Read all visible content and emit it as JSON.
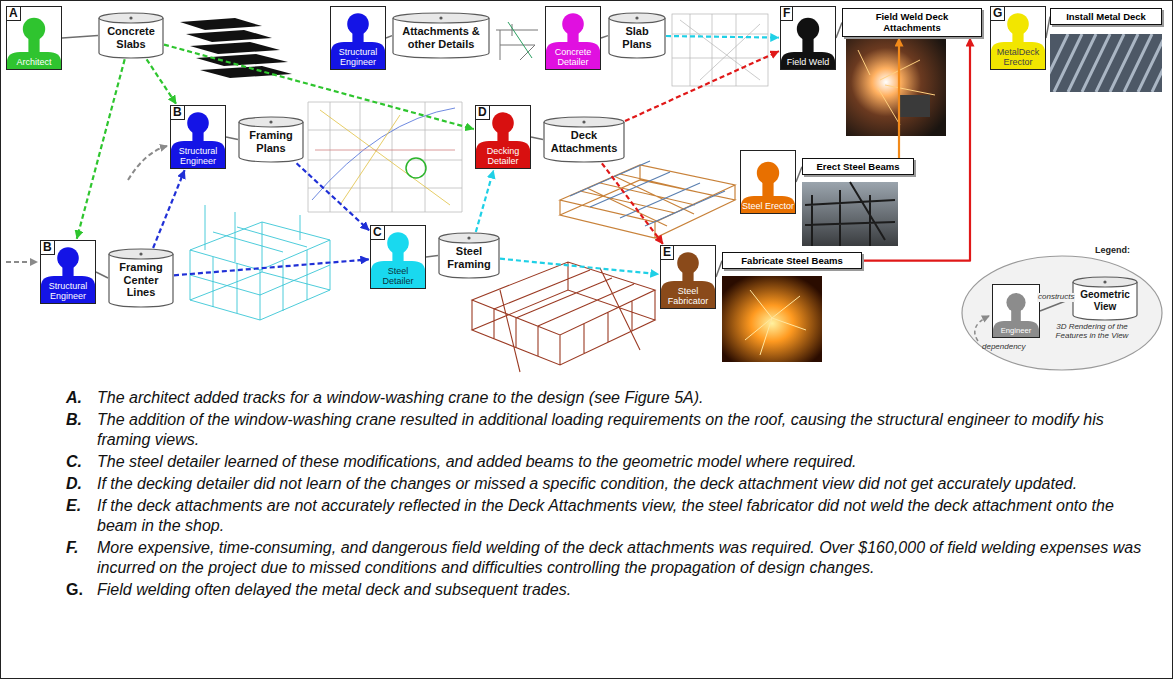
{
  "diagram": {
    "nodes": [
      {
        "text": [
          "A",
          "Architect"
        ]
      },
      {
        "text": [
          "Concrete Slabs"
        ]
      },
      {
        "text": [
          "Structural Engineer"
        ]
      },
      {
        "text": [
          "Attachments & other Details"
        ]
      },
      {
        "text": [
          "Concrete Detailer"
        ]
      },
      {
        "text": [
          "Slab Plans"
        ]
      },
      {
        "text": [
          "F",
          "Field Weld"
        ]
      },
      {
        "text": [
          "Field Weld Deck Attachments"
        ]
      },
      {
        "text": [
          "G",
          "MetalDeck Erector"
        ]
      },
      {
        "text": [
          "Install Metal Deck"
        ]
      },
      {
        "text": [
          "B",
          "Structural Engineer"
        ]
      },
      {
        "text": [
          "Framing Plans"
        ]
      },
      {
        "text": [
          "D",
          "Decking Detailer"
        ]
      },
      {
        "text": [
          "Deck Attachments"
        ]
      },
      {
        "text": [
          "Steel Erector"
        ]
      },
      {
        "text": [
          "Erect Steel Beams"
        ]
      },
      {
        "text": [
          "B",
          "Structural Engineer"
        ]
      },
      {
        "text": [
          "Framing Center Lines"
        ]
      },
      {
        "text": [
          "C",
          "Steel Detailer"
        ]
      },
      {
        "text": [
          "Steel Framing"
        ]
      },
      {
        "text": [
          "E",
          "Steel Fabricator"
        ]
      },
      {
        "text": [
          "Fabricate Steel Beams"
        ]
      },
      {
        "text": [
          "Engineer"
        ]
      },
      {
        "text": [
          "Geometric View"
        ]
      }
    ],
    "edges": [
      {
        "from": 0,
        "to": 1,
        "arrow": "none"
      },
      {
        "from": 2,
        "to": 3,
        "arrow": "none"
      },
      {
        "from": 4,
        "to": 5,
        "arrow": "none"
      },
      {
        "from": 6,
        "to": 7,
        "arrow": "none"
      },
      {
        "from": 8,
        "to": 9,
        "arrow": "none"
      },
      {
        "from": 10,
        "to": 11,
        "arrow": "none"
      },
      {
        "from": 12,
        "to": 13,
        "arrow": "none"
      },
      {
        "from": 14,
        "to": 15,
        "arrow": "none"
      },
      {
        "from": 16,
        "to": 17,
        "arrow": "none"
      },
      {
        "from": 18,
        "to": 19,
        "arrow": "none"
      },
      {
        "from": 20,
        "to": 21,
        "arrow": "none"
      },
      {
        "from": 22,
        "to": 23,
        "arrow": "none",
        "label": "constructs"
      },
      {
        "from": 1,
        "to": 10,
        "arrow": "to"
      },
      {
        "from": 1,
        "to": 16,
        "arrow": "to"
      },
      {
        "from": 1,
        "to": 12,
        "arrow": "to"
      },
      {
        "from": 11,
        "to": 18,
        "arrow": "to"
      },
      {
        "from": 17,
        "to": 18,
        "arrow": "to"
      },
      {
        "from": 17,
        "to": 10,
        "arrow": "to"
      },
      {
        "from": 19,
        "to": 12,
        "arrow": "to"
      },
      {
        "from": 5,
        "to": 6,
        "arrow": "to"
      },
      {
        "from": 19,
        "to": 20,
        "arrow": "to"
      },
      {
        "from": 13,
        "to": 6,
        "arrow": "to"
      },
      {
        "from": 13,
        "to": 20,
        "arrow": "to"
      },
      {
        "from": 21,
        "to": 7,
        "arrow": "to"
      },
      {
        "from": 15,
        "to": 7,
        "arrow": "to"
      }
    ],
    "labels": [
      "Legend:",
      "3D Rendering of the Features in the View",
      "A.",
      "The architect added tracks for a window-washing crane to the design (see Figure 5A).",
      "B.",
      "The addition of the window-washing crane resulted in additional loading requirements on the roof, causing the structural engineer to modify his framing views.",
      "C.",
      "The steel detailer learned of these modifications, and added beams to the geometric model where required.",
      "D.",
      "If the decking detailer did not learn of the changes or missed a specific condition, the deck attachment view did not get accurately updated.",
      "E.",
      "If the deck attachments are not accurately reflected in the Deck Attachments view, the steel fabricator did not weld the deck attachment onto the beam in the shop.",
      "F.",
      "More expensive, time-consuming, and dangerous field welding of the deck attachments was required. Over $160,000 of field welding expenses was incurred on the project due to missed conditions and difficulties controlling the propagation of design changes.",
      "G.",
      "Field welding often delayed the metal deck and subsequent trades."
    ],
    "legend": [
      {
        "text": "dependency"
      }
    ]
  }
}
